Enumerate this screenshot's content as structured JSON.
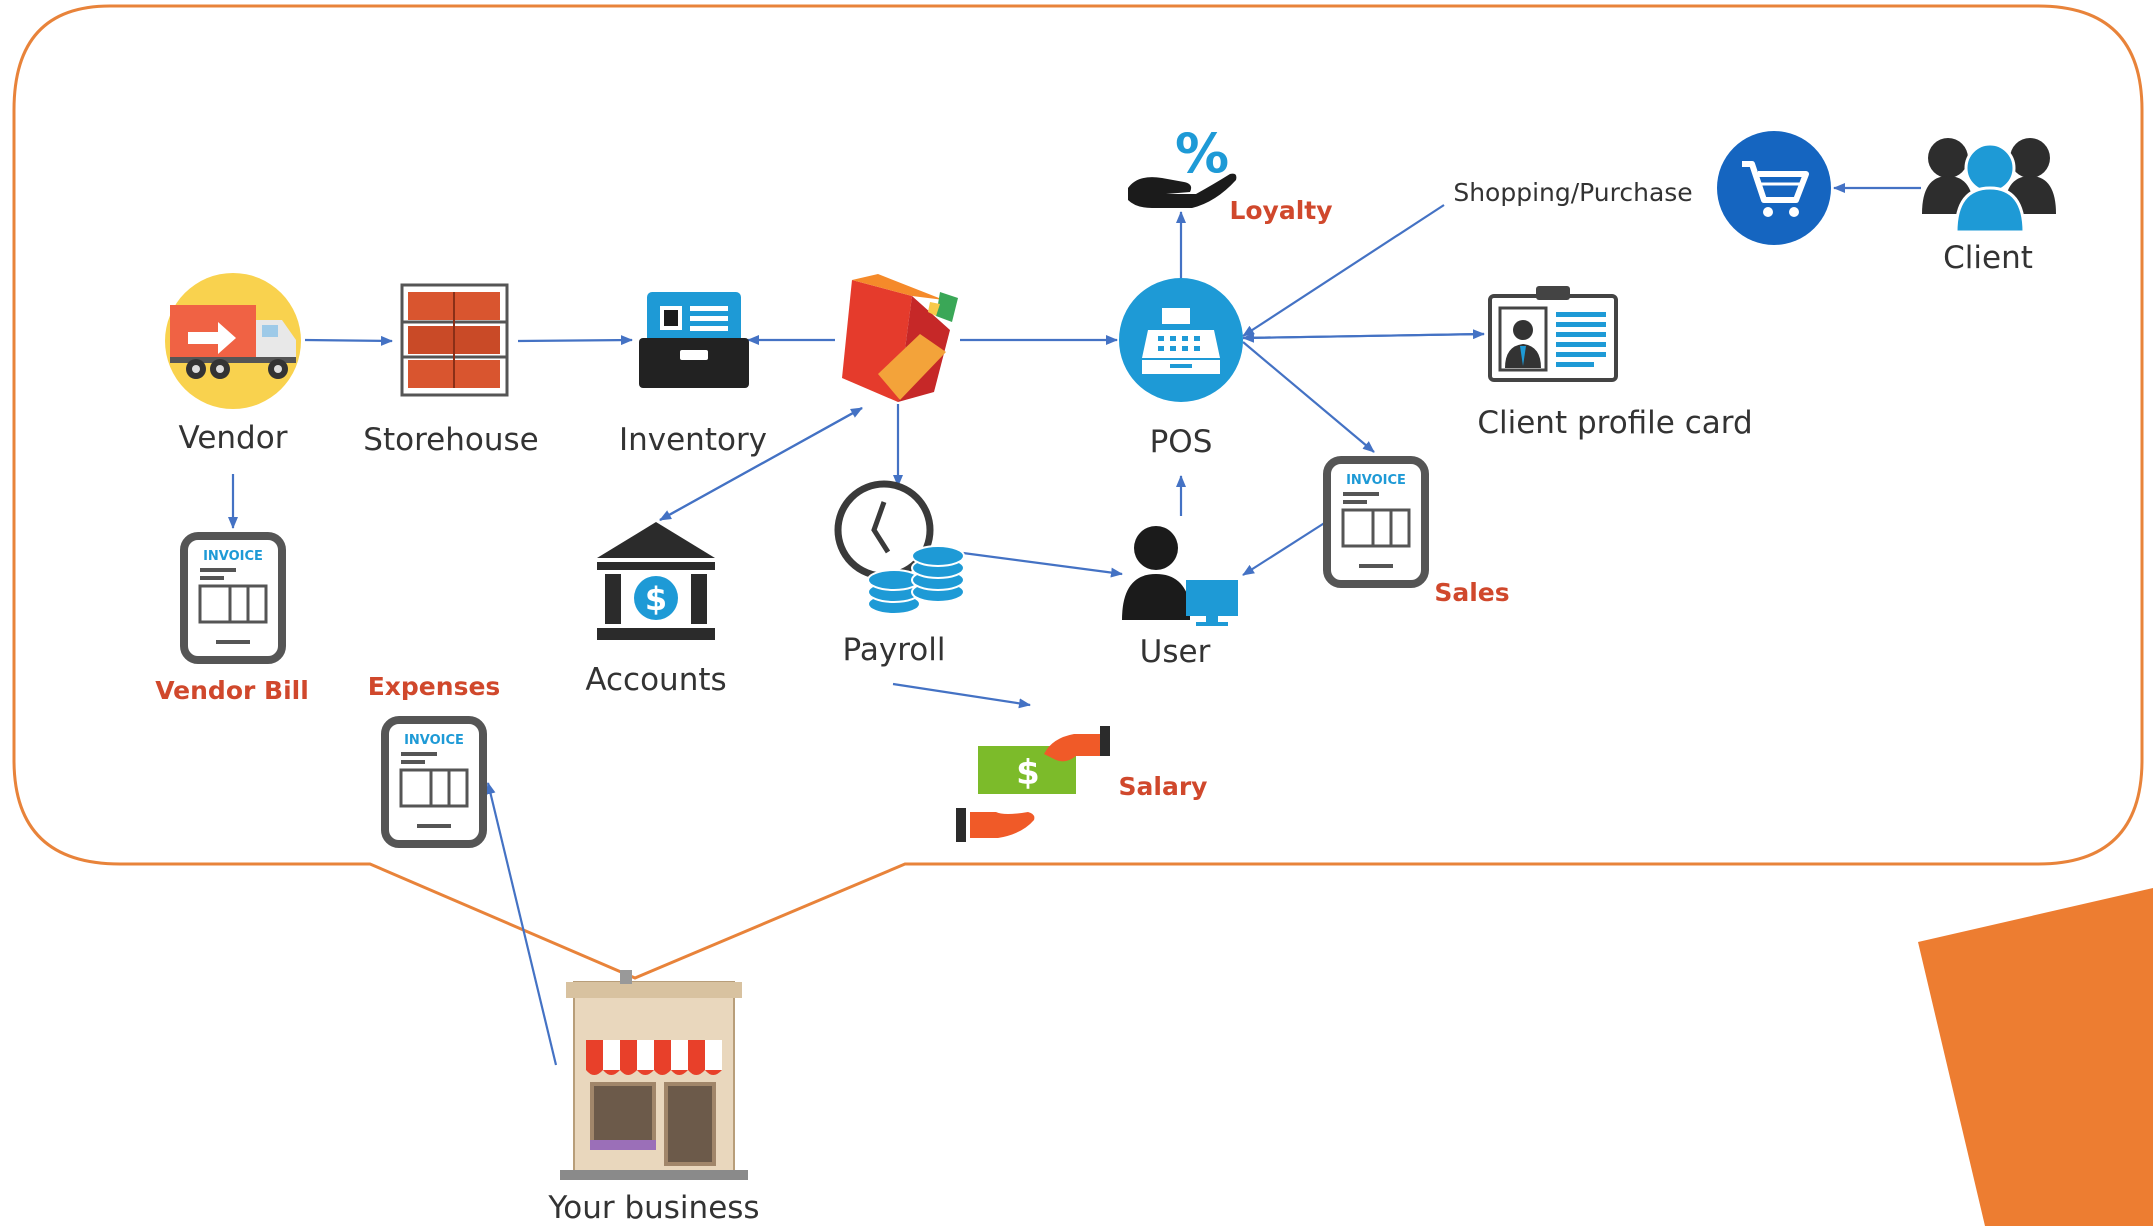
{
  "diagram": {
    "nodes": {
      "vendor": "Vendor",
      "storehouse": "Storehouse",
      "inventory": "Inventory",
      "pos": "POS",
      "client_profile_card": "Client profile card",
      "client": "Client",
      "accounts": "Accounts",
      "payroll": "Payroll",
      "user": "User",
      "your_business": "Your business"
    },
    "annotations": {
      "vendor_bill": "Vendor Bill",
      "expenses": "Expenses",
      "loyalty": "Loyalty",
      "sales": "Sales",
      "salary": "Salary",
      "shopping_purchase": "Shopping/Purchase"
    },
    "invoice_badge": "INVOICE",
    "colors": {
      "bubble_border": "#e8833a",
      "arrow": "#4472c4",
      "annotation_red": "#d0482c",
      "accent_orange": "#ed7d31",
      "pos_blue": "#1e9ad6",
      "cart_blue": "#1565c0"
    },
    "icons": [
      "truck-icon",
      "shelving-icon",
      "inventory-drawer-icon",
      "app-logo-icon",
      "cash-register-icon",
      "id-card-icon",
      "shopping-cart-icon",
      "people-icon",
      "loyalty-hand-icon",
      "bank-icon",
      "clock-coins-icon",
      "user-computer-icon",
      "invoice-tablet-icon",
      "salary-hands-icon",
      "storefront-icon"
    ]
  }
}
